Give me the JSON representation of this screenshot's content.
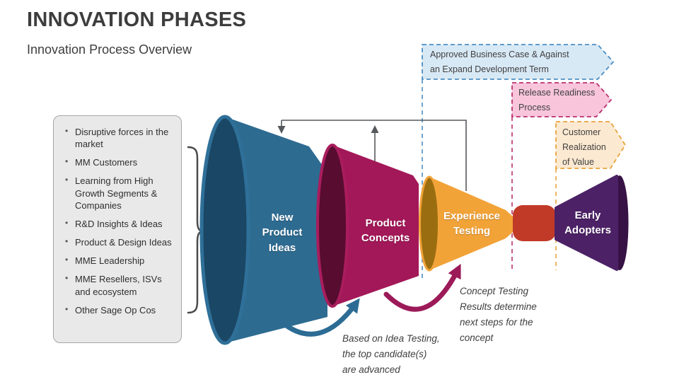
{
  "slide": {
    "title": "INNOVATION PHASES",
    "subtitle": "Innovation Process Overview"
  },
  "sidebar": {
    "items": [
      "Disruptive forces in the market",
      "MM Customers",
      "Learning from High Growth Segments & Companies",
      "R&D Insights & Ideas",
      "Product & Design Ideas",
      "MME Leadership",
      "MME Resellers, ISVs and ecosystem",
      "Other Sage Op Cos"
    ]
  },
  "funnel": {
    "stages": [
      {
        "label": "New\nProduct\nIdeas",
        "body_color": "#2E6B91",
        "cap_color": "#1A4765",
        "rim_color": "#2F7099"
      },
      {
        "label": "Product\nConcepts",
        "body_color": "#A21858",
        "cap_color": "#570C30",
        "rim_color": "#A91D5D"
      },
      {
        "label": "Experience\nTesting",
        "body_color": "#F2A338",
        "cap_color": "#9A6E10",
        "rim_color": "#F2A338"
      },
      {
        "label": "Early\nAdopters",
        "body_color": "#4C2166",
        "cap_color": "#371245",
        "rim_color": "#5E2D79"
      }
    ],
    "connector_color": "#C13A28"
  },
  "callouts": [
    {
      "text": "Approved Business Case & Against\nan Expand Development Term",
      "fill": "#D8E9F6",
      "border": "#4C8EC2"
    },
    {
      "text": "Release Readiness\nProcess",
      "fill": "#F8C5DB",
      "border": "#BB2F6F"
    },
    {
      "text": "Customer\nRealization\nof Value",
      "fill": "#FCE9D1",
      "border": "#E7A43E"
    }
  ],
  "annotations": [
    {
      "text": "Based on Idea Testing,\nthe top candidate(s)\nare advanced",
      "arrow_color": "#2C6C94"
    },
    {
      "text": "Concept Testing\nResults determine\nnext steps for the\nconcept",
      "arrow_color": "#9C1A58"
    }
  ],
  "diagram": {
    "line_color": "#55585C",
    "brace_color": "#4A4A4A"
  }
}
